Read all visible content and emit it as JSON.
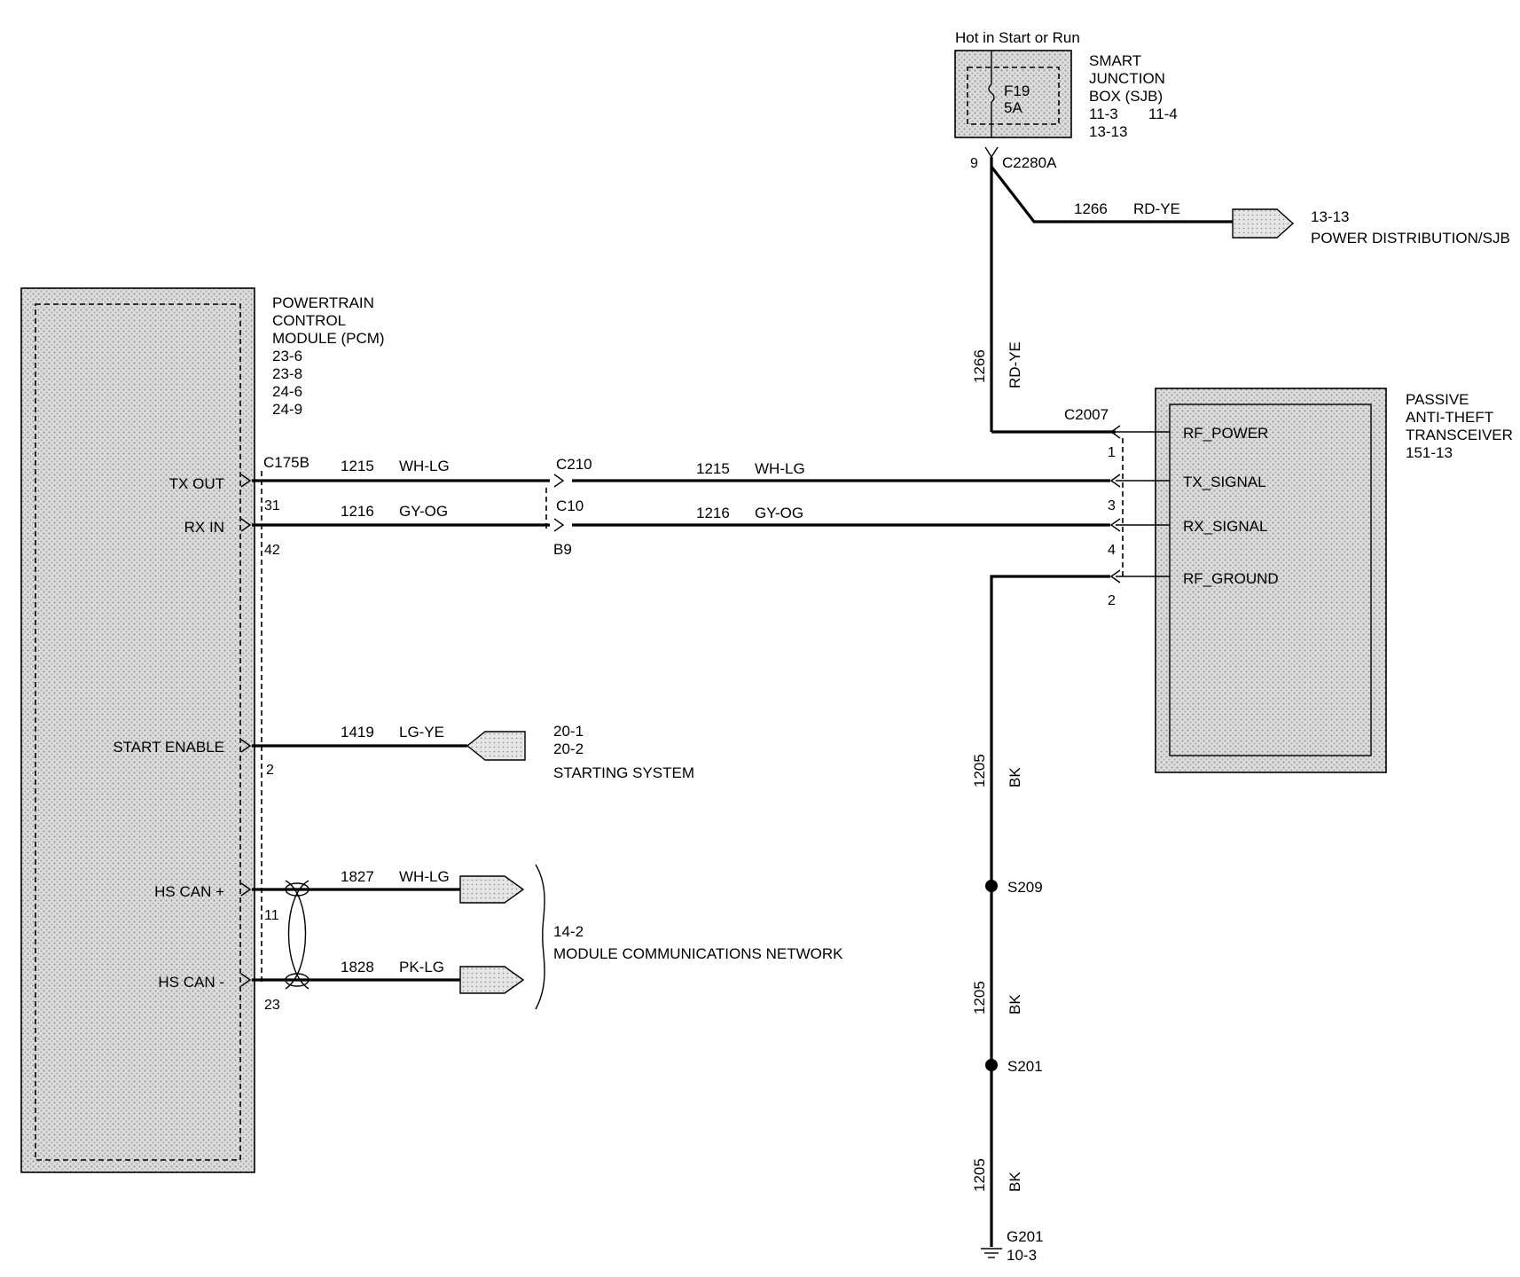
{
  "sjb": {
    "feed_label": "Hot in Start or Run",
    "fuse_id": "F19",
    "fuse_rating": "5A",
    "name_lines": [
      "SMART",
      "JUNCTION",
      "BOX (SJB)"
    ],
    "refs_row1_a": "11-3",
    "refs_row1_b": "11-4",
    "refs_row2": "13-13",
    "pin": "9",
    "connector": "C2280A"
  },
  "power_dist": {
    "circuit": "1266",
    "color": "RD-YE",
    "ref": "13-13",
    "label": "POWER DISTRIBUTION/SJB"
  },
  "vertical_power": {
    "circuit": "1266",
    "color": "RD-YE"
  },
  "pcm": {
    "name_lines": [
      "POWERTRAIN",
      "CONTROL",
      "MODULE (PCM)"
    ],
    "refs": [
      "23-6",
      "23-8",
      "24-6",
      "24-9"
    ],
    "connector": "C175B",
    "pins": {
      "tx_out": {
        "label": "TX OUT",
        "pin": "31"
      },
      "rx_in": {
        "label": "RX IN",
        "pin": "42"
      },
      "start_enable": {
        "label": "START ENABLE",
        "pin": "2"
      },
      "hs_can_plus": {
        "label": "HS CAN +",
        "pin": "11"
      },
      "hs_can_minus": {
        "label": "HS CAN -",
        "pin": "23"
      }
    }
  },
  "inline": {
    "c210": "C210",
    "c10": "C10",
    "b9": "B9"
  },
  "wires": {
    "tx_left": {
      "circuit": "1215",
      "color": "WH-LG"
    },
    "tx_right": {
      "circuit": "1215",
      "color": "WH-LG"
    },
    "rx_left": {
      "circuit": "1216",
      "color": "GY-OG"
    },
    "rx_right": {
      "circuit": "1216",
      "color": "GY-OG"
    },
    "start": {
      "circuit": "1419",
      "color": "LG-YE"
    },
    "can_plus": {
      "circuit": "1827",
      "color": "WH-LG"
    },
    "can_minus": {
      "circuit": "1828",
      "color": "PK-LG"
    }
  },
  "starting": {
    "refs": [
      "20-1",
      "20-2"
    ],
    "label": "STARTING SYSTEM"
  },
  "network": {
    "ref": "14-2",
    "label": "MODULE COMMUNICATIONS NETWORK"
  },
  "pats": {
    "name_lines": [
      "PASSIVE",
      "ANTI-THEFT",
      "TRANSCEIVER"
    ],
    "ref": "151-13",
    "connector": "C2007",
    "pins": {
      "rf_power": {
        "label": "RF_POWER",
        "pin": "1"
      },
      "tx_signal": {
        "label": "TX_SIGNAL",
        "pin": "3"
      },
      "rx_signal": {
        "label": "RX_SIGNAL",
        "pin": "4"
      },
      "rf_ground": {
        "label": "RF_GROUND",
        "pin": "2"
      }
    }
  },
  "ground": {
    "segments": [
      {
        "circuit": "1205",
        "color": "BK"
      },
      {
        "circuit": "1205",
        "color": "BK"
      },
      {
        "circuit": "1205",
        "color": "BK"
      }
    ],
    "splices": [
      "S209",
      "S201"
    ],
    "ground_id": "G201",
    "ground_ref": "10-3"
  }
}
